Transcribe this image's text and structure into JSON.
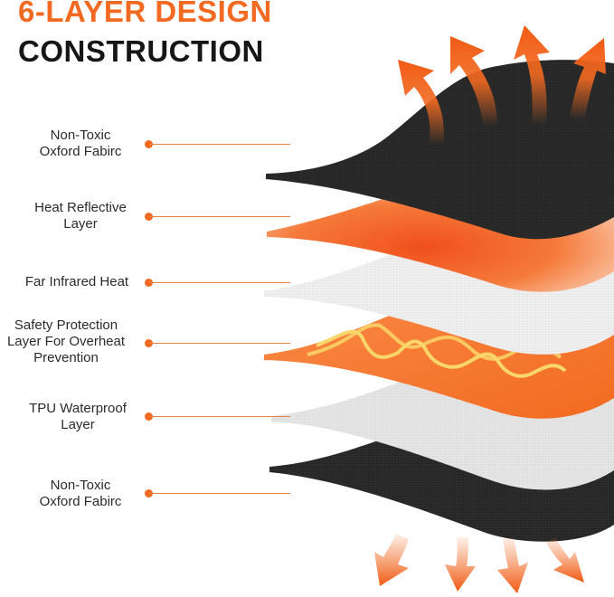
{
  "heading": {
    "line1": "6-LAYER DESIGN",
    "line2": "CONSTRUCTION"
  },
  "colors": {
    "accent": "#f26a21",
    "fabric": "#262626",
    "reflective": "#f47b3f",
    "infrared": "#efefef",
    "safety": "#f58a45",
    "tpu": "#e4e4e4",
    "heating_wire": "#f9d66a"
  },
  "layers": [
    {
      "label": "Non-Toxic\nOxford Fabirc"
    },
    {
      "label": "Heat Reflective\nLayer"
    },
    {
      "label": "Far Infrared Heat"
    },
    {
      "label": "Safety Protection\nLayer For Overheat\nPrevention"
    },
    {
      "label": "TPU Waterproof\nLayer"
    },
    {
      "label": "Non-Toxic\nOxford Fabirc"
    }
  ],
  "icons": {
    "heat_up": "arrow-up-icon",
    "heat_down": "arrow-down-icon"
  }
}
